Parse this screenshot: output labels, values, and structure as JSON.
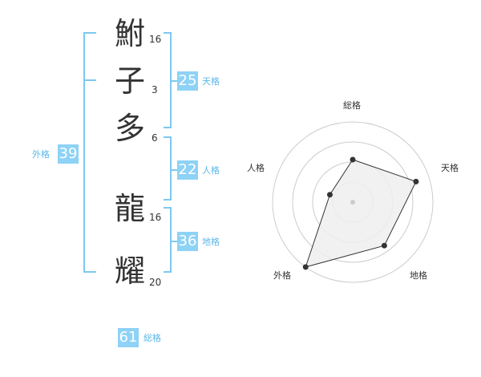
{
  "name_chars": [
    {
      "char": "鮒",
      "strokes": "16"
    },
    {
      "char": "子",
      "strokes": "3"
    },
    {
      "char": "多",
      "strokes": "6"
    },
    {
      "char": "龍",
      "strokes": "16"
    },
    {
      "char": "耀",
      "strokes": "20"
    }
  ],
  "fortunes": {
    "tenkaku": {
      "value": "25",
      "label": "天格"
    },
    "jinkaku": {
      "value": "22",
      "label": "人格"
    },
    "chikaku": {
      "value": "36",
      "label": "地格"
    },
    "gaikaku": {
      "value": "39",
      "label": "外格"
    },
    "soukaku": {
      "value": "61",
      "label": "総格"
    }
  },
  "radar": {
    "axes": [
      "総格",
      "天格",
      "地格",
      "外格",
      "人格"
    ],
    "levels": 4,
    "values": [
      0.53,
      0.83,
      0.67,
      1.0,
      0.3
    ],
    "fill_color": "#eeeeee",
    "ring_color": "#cccccc"
  }
}
